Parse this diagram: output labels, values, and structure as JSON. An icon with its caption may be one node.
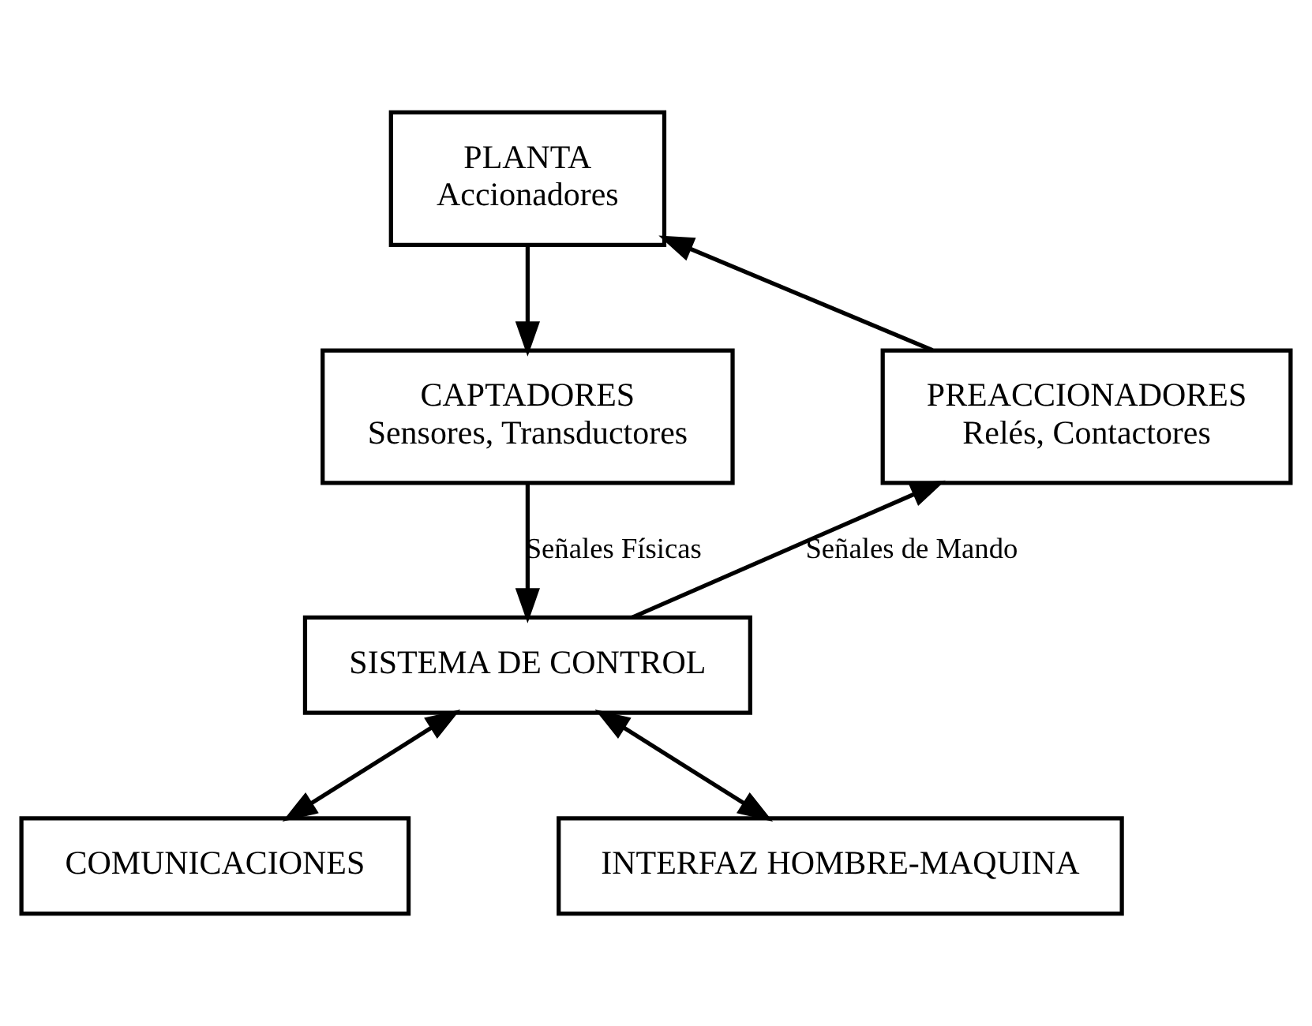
{
  "diagram": {
    "nodes": [
      {
        "text": [
          "PLANTA",
          "Accionadores"
        ]
      },
      {
        "text": [
          "CAPTADORES",
          "Sensores, Transductores"
        ]
      },
      {
        "text": [
          "PREACCIONADORES",
          "Relés, Contactores"
        ]
      },
      {
        "text": [
          "SISTEMA DE CONTROL"
        ]
      },
      {
        "text": [
          "COMUNICACIONES"
        ]
      },
      {
        "text": [
          "INTERFAZ HOMBRE-MAQUINA"
        ]
      }
    ],
    "edges": [
      {
        "from": 0,
        "to": 1,
        "arrow": "to"
      },
      {
        "from": 1,
        "to": 3,
        "arrow": "to",
        "label": "Señales Físicas"
      },
      {
        "from": 3,
        "to": 2,
        "arrow": "to",
        "label": "Señales de Mando"
      },
      {
        "from": 2,
        "to": 0,
        "arrow": "to"
      },
      {
        "from": 3,
        "to": 4,
        "arrow": "both"
      },
      {
        "from": 3,
        "to": 5,
        "arrow": "both"
      }
    ]
  }
}
